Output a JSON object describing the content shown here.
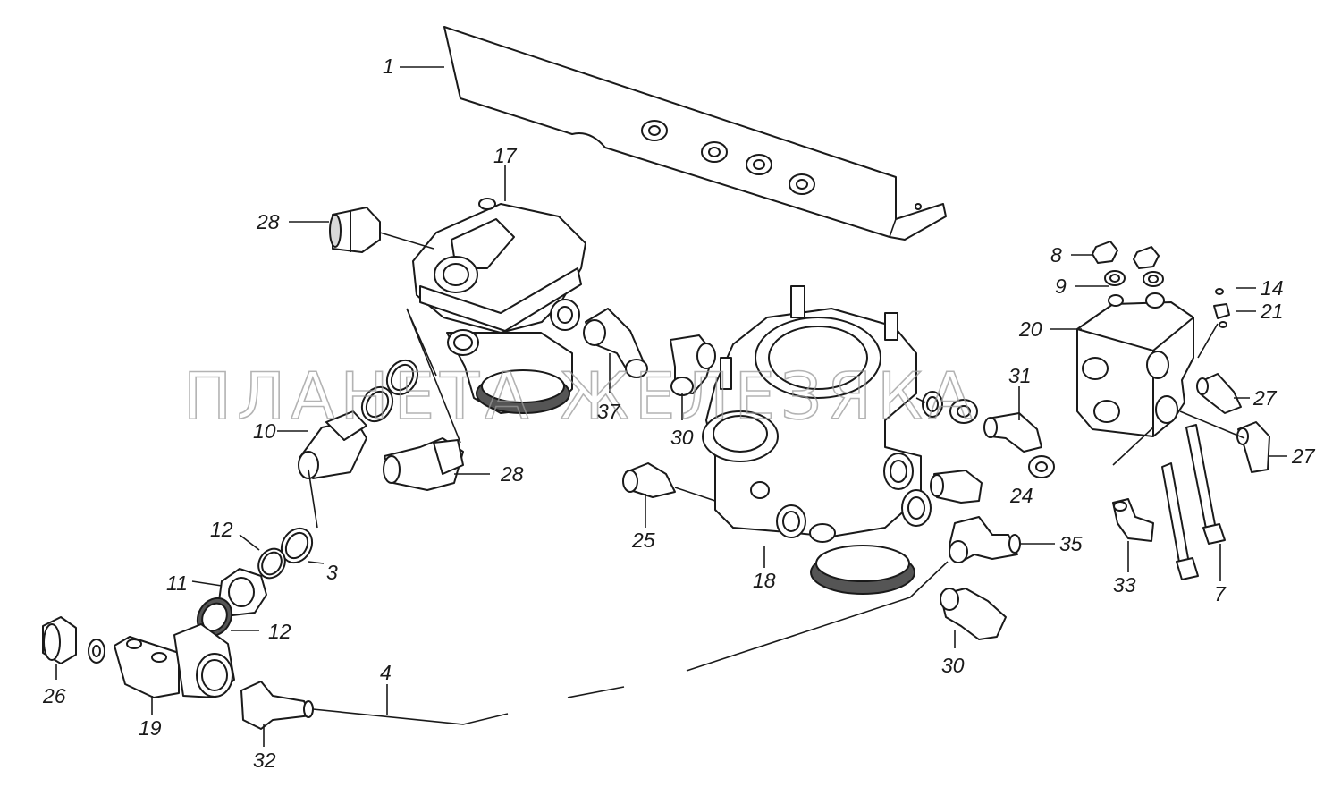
{
  "callouts": {
    "c1": "1",
    "c17": "17",
    "c28a": "28",
    "c28b": "28",
    "c10": "10",
    "c37": "37",
    "c30a": "30",
    "c31": "31",
    "c24": "24",
    "c8": "8",
    "c9": "9",
    "c20": "20",
    "c14": "14",
    "c21": "21",
    "c27a": "27",
    "c27b": "27",
    "c25": "25",
    "c18": "18",
    "c35": "35",
    "c33": "33",
    "c7": "7",
    "c30b": "30",
    "c12a": "12",
    "c3": "3",
    "c11": "11",
    "c12b": "12",
    "c26": "26",
    "c19": "19",
    "c32": "32",
    "c4": "4"
  },
  "watermark": "ПЛАНЕТА ЖЕЛЕЗЯКА"
}
